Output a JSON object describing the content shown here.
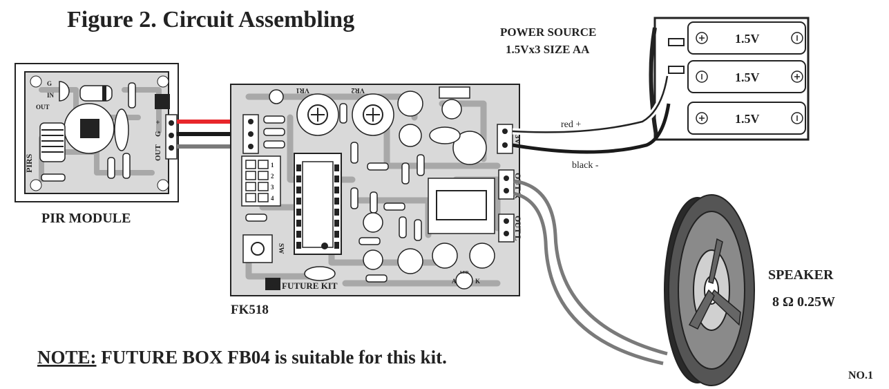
{
  "title": "Figure 2. Circuit Assembling",
  "power_source": {
    "line1": "POWER SOURCE",
    "line2": "1.5Vx3 SIZE AA"
  },
  "batteries": [
    "1.5V",
    "1.5V",
    "1.5V"
  ],
  "wires": {
    "red": "red +",
    "black": "black -"
  },
  "pir_module": {
    "label": "PIR MODULE",
    "pin_labels": [
      "G",
      "IN",
      "OUT"
    ],
    "connector_labels": [
      "OUT",
      "G",
      "+"
    ],
    "board_mark": "PIRS"
  },
  "main_board": {
    "label": "FK518",
    "vr_labels": [
      "VR1",
      "VR2"
    ],
    "sw_label": "SW",
    "brand": "FUTURE KIT",
    "dip_numbers": [
      "1",
      "2",
      "3",
      "4"
    ],
    "outputs": [
      "OUT R",
      "OUT L"
    ],
    "power_in": "+ 3V",
    "led_pins": [
      "A",
      "K"
    ],
    "led_label": "LED"
  },
  "speaker": {
    "line1": "SPEAKER",
    "line2": "8 Ω 0.25W"
  },
  "note": {
    "prefix": "NOTE:",
    "text": " FUTURE BOX FB04 is suitable for this kit."
  },
  "page_number": "NO.1",
  "colors": {
    "red_wire": "#e8262b",
    "black_wire": "#1a1a1a",
    "gray_wire": "#7a7a7a",
    "pcb": "#d9d9d9"
  }
}
